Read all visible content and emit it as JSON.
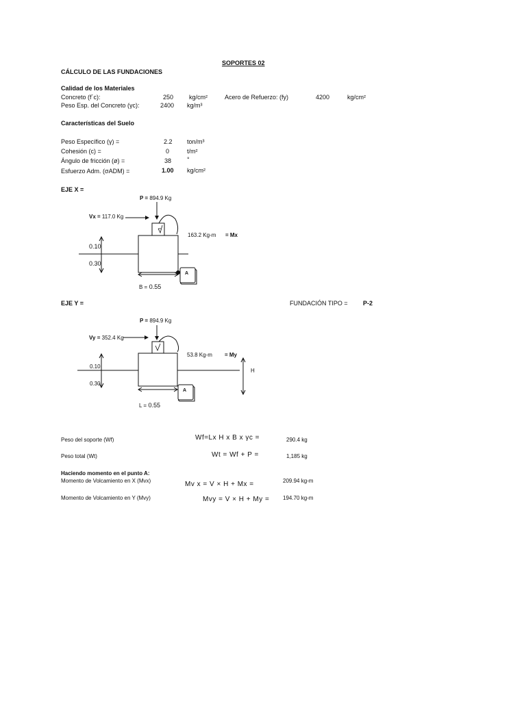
{
  "title": "SOPORTES 02",
  "heading": "CÁLCULO DE LAS FUNDACIONES",
  "materials": {
    "heading": "Calidad de los Materiales",
    "concrete_label": "Concreto (f´c):",
    "concrete_value": "250",
    "concrete_unit": "kg/cm²",
    "steel_label": "Acero de Refuerzo: (fy)",
    "steel_value": "4200",
    "steel_unit": "kg/cm²",
    "weight_label": "Peso Esp. del Concreto (γc):",
    "weight_value": "2400",
    "weight_unit": "kg/m³"
  },
  "soil": {
    "heading": "Características del Suelo",
    "rows": [
      {
        "label": "Peso Específico (γ) =",
        "value": "2.2",
        "unit": "ton/m³"
      },
      {
        "label": "Cohesión (c) =",
        "value": "0",
        "unit": "t/m²"
      },
      {
        "label": "Ángulo de fricción (ø) =",
        "value": "38",
        "unit": "°"
      },
      {
        "label": "Esfuerzo Adm. (σADM) =",
        "value": "1.00",
        "unit": "kg/cm²"
      }
    ]
  },
  "axis_x": {
    "label": "EJE   X =",
    "p_key": "P =",
    "p_val": " 894.9 Kg",
    "v_key": "Vx =",
    "v_val": " 117.0 Kg",
    "moment_val": "163.2 Kg-m",
    "moment_key": "= Mx",
    "dim_top": "0.10",
    "dim_bottom": "0.30",
    "width_key": "B =",
    "width_val": " 0.55",
    "point": "A"
  },
  "axis_y": {
    "label": "EJE  Y =",
    "type_label": "FUNDACIÓN TIPO =",
    "type_value": "P-2",
    "p_key": "P =",
    "p_val": " 894.9 Kg",
    "v_key": "Vy =",
    "v_val": " 352.4 Kg",
    "moment_val": "53.8 Kg-m",
    "moment_key": "= My",
    "dim_top": "0.10",
    "dim_bottom": "0.30",
    "height_label": "H",
    "width_key": "L =",
    "width_val": " 0.55",
    "point": "A"
  },
  "results": {
    "support_label": "Peso del soporte (Wf)",
    "support_formula": "Wf=Lx H x B x γc =",
    "support_value": "290.4 kg",
    "total_label": "Peso total (Wt)",
    "total_formula": "Wt = Wf + P =",
    "total_value": "1,185 kg",
    "moment_heading": "Haciendo momento en el punto A:",
    "mvx_label": "Momento de Volcamiento en X (Mvx)",
    "mvx_formula": "Mv x  = V × H + Mx  =",
    "mvx_value": "209.94 kg-m",
    "mvy_label": "Momento de Volcamiento en Y (Mvy)",
    "mvy_formula": "Mvy = V × H + My =",
    "mvy_value": "194.70 kg-m"
  }
}
